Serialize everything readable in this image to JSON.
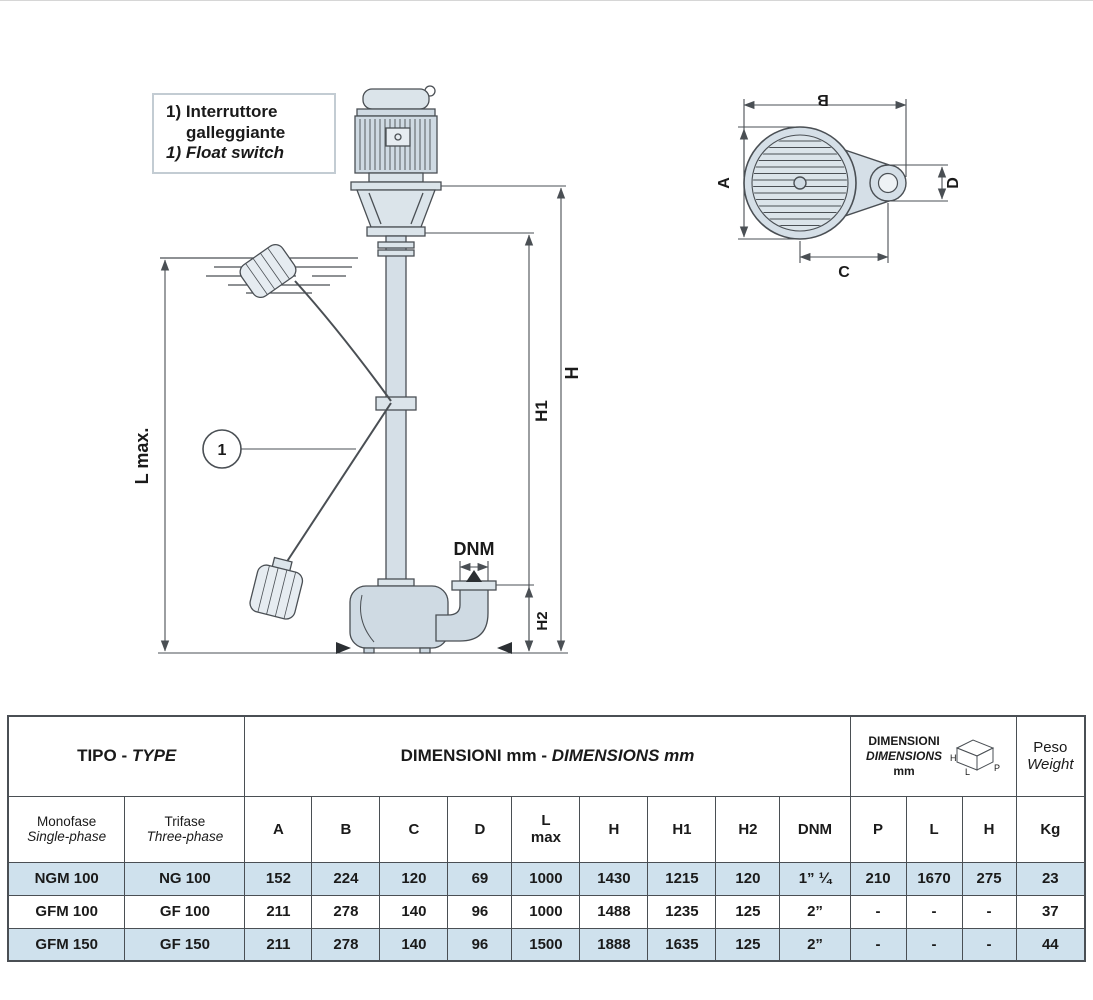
{
  "note_box": {
    "line1": "1) Interruttore",
    "line2": "galleggiante",
    "line3": "1) Float  switch"
  },
  "callout_1": "1",
  "dims": {
    "l_max": "L max.",
    "h": "H",
    "h1": "H1",
    "h2": "H2",
    "dnm": "DNM",
    "a": "A",
    "b": "B",
    "c": "C",
    "d": "D"
  },
  "dim_box_icon": {
    "h": "H",
    "l": "L",
    "p": "P"
  },
  "table": {
    "tipo_it": "TIPO -",
    "tipo_en": "TYPE",
    "dim_it": "DIMENSIONI mm -",
    "dim_en": "DIMENSIONS mm",
    "pkg_line1": "DIMENSIONI",
    "pkg_line2": "DIMENSIONS",
    "pkg_line3": "mm",
    "peso_it": "Peso",
    "peso_en": "Weight",
    "mono_it": "Monofase",
    "mono_en": "Single-phase",
    "tri_it": "Trifase",
    "tri_en": "Three-phase",
    "col_headers": [
      "A",
      "B",
      "C",
      "D",
      "L\nmax",
      "H",
      "H1",
      "H2",
      "DNM",
      "P",
      "L",
      "H",
      "Kg"
    ],
    "rows": [
      {
        "mono": "NGM 100",
        "tri": "NG 100",
        "values": [
          "152",
          "224",
          "120",
          "69",
          "1000",
          "1430",
          "1215",
          "120",
          "1” ¼",
          "210",
          "1670",
          "275",
          "23"
        ]
      },
      {
        "mono": "GFM 100",
        "tri": "GF 100",
        "values": [
          "211",
          "278",
          "140",
          "96",
          "1000",
          "1488",
          "1235",
          "125",
          "2”",
          "-",
          "-",
          "-",
          "37"
        ]
      },
      {
        "mono": "GFM 150",
        "tri": "GF 150",
        "values": [
          "211",
          "278",
          "140",
          "96",
          "1500",
          "1888",
          "1635",
          "125",
          "2”",
          "-",
          "-",
          "-",
          "44"
        ]
      }
    ]
  },
  "colors": {
    "line": "#4a4f54",
    "fill_light": "#d5dfe7",
    "row_highlight": "#cfe1ed"
  }
}
